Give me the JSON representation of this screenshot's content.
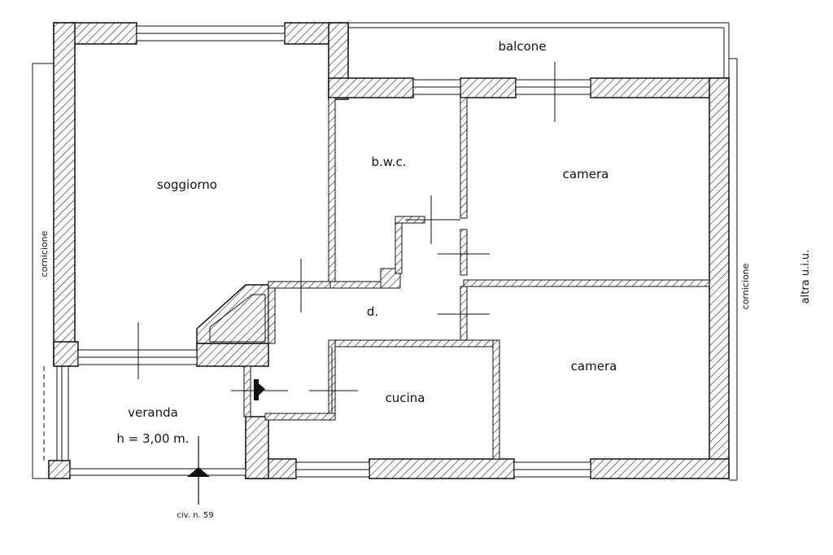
{
  "rooms": {
    "soggiorno": "soggiorno",
    "bwc": "b.w.c.",
    "camera_top": "camera",
    "camera_bottom": "camera",
    "disimpegno": "d.",
    "cucina": "cucina",
    "veranda": "veranda",
    "veranda_height": "h = 3,00 m.",
    "balcone": "balcone"
  },
  "labels": {
    "cornicione_left": "cornicione",
    "cornicione_right": "cornicione",
    "altra_uiu": "altra u.i.u.",
    "civic_number": "civ. n. 59"
  }
}
